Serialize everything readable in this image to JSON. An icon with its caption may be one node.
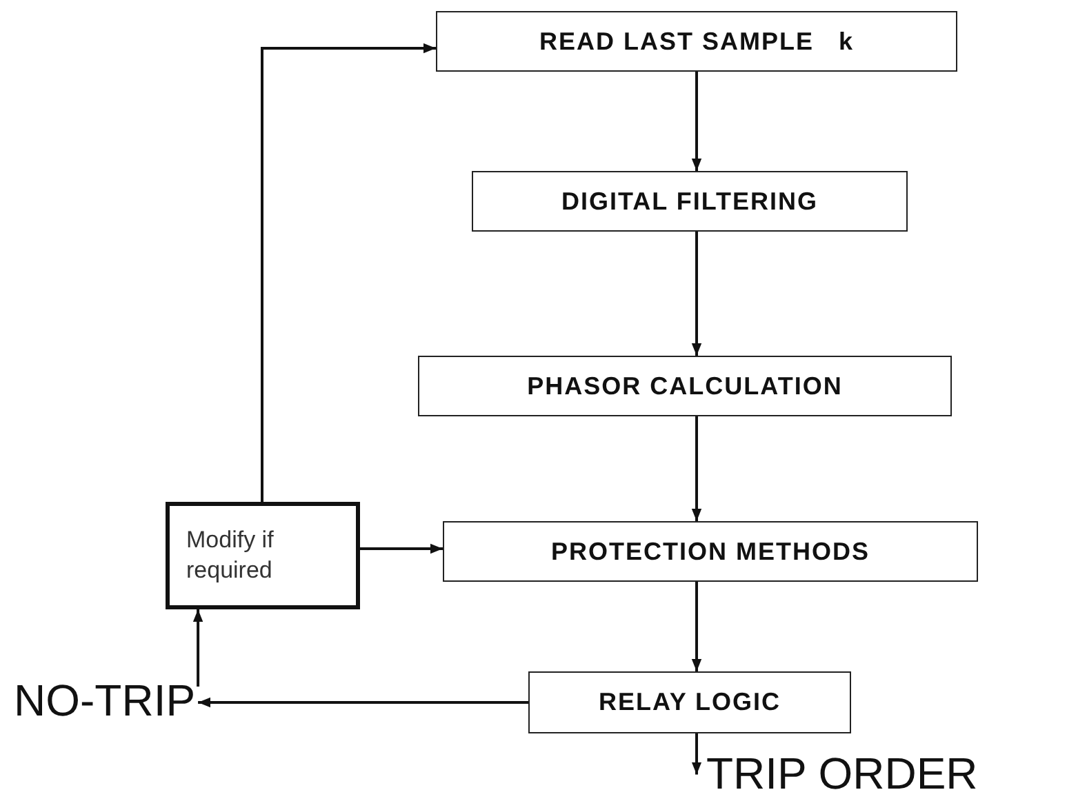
{
  "diagram": {
    "nodes": [
      {
        "text": [
          "READ LAST SAMPLE   k"
        ]
      },
      {
        "text": [
          "DIGITAL FILTERING"
        ]
      },
      {
        "text": [
          "PHASOR CALCULATION"
        ]
      },
      {
        "text": [
          "Modify if required"
        ]
      },
      {
        "text": [
          "PROTECTION METHODS"
        ]
      },
      {
        "text": [
          "RELAY LOGIC"
        ]
      },
      {
        "text": [
          "NO-TRIP"
        ]
      },
      {
        "text": [
          "TRIP ORDER"
        ]
      }
    ],
    "edges": [
      {
        "from": 0,
        "to": 1,
        "arrow": "to"
      },
      {
        "from": 1,
        "to": 2,
        "arrow": "to"
      },
      {
        "from": 2,
        "to": 4,
        "arrow": "to"
      },
      {
        "from": 4,
        "to": 5,
        "arrow": "to"
      },
      {
        "from": 5,
        "to": 7,
        "arrow": "to"
      },
      {
        "from": 5,
        "to": 6,
        "arrow": "to"
      },
      {
        "from": 6,
        "to": 3,
        "arrow": "to"
      },
      {
        "from": 3,
        "to": 0,
        "arrow": "to"
      },
      {
        "from": 3,
        "to": 4,
        "arrow": "to"
      }
    ]
  }
}
